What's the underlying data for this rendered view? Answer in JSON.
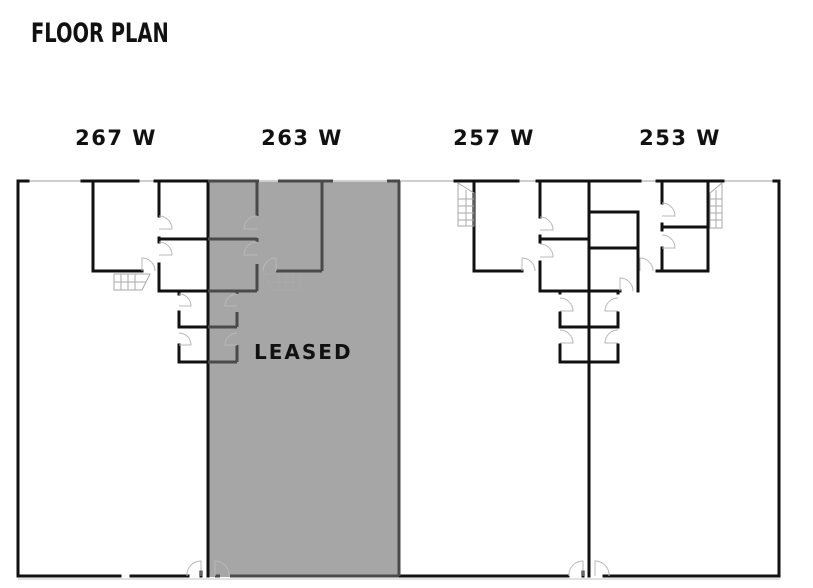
{
  "title": "FLOOR PLAN",
  "units": [
    {
      "label": "267 W",
      "status": "available"
    },
    {
      "label": "263 W",
      "status": "leased"
    },
    {
      "label": "257 W",
      "status": "available"
    },
    {
      "label": "253 W",
      "status": "available"
    }
  ],
  "leased_label": "LEASED",
  "colors": {
    "wall": "#111111",
    "leased_fill": "#a6a6a6",
    "leased_wall": "#4a4a4a",
    "door_arc": "#bbbbbb",
    "background": "#ffffff"
  }
}
